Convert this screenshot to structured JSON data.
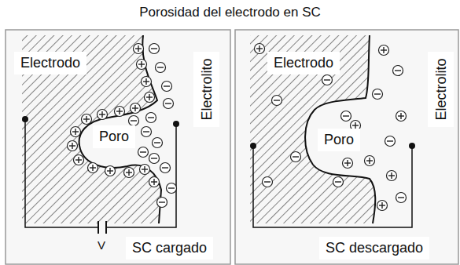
{
  "diagram": {
    "title": "Porosidad del electrodo en SC",
    "nodes": [
      {
        "text": [
          "Electrodo"
        ]
      },
      {
        "text": [
          "Electrolito"
        ]
      },
      {
        "text": [
          "Poro"
        ]
      },
      {
        "text": [
          "SC cargado"
        ]
      },
      {
        "text": [
          "Electrodo"
        ]
      },
      {
        "text": [
          "Electrolito"
        ]
      },
      {
        "text": [
          "Poro"
        ]
      },
      {
        "text": [
          "SC descargado"
        ]
      }
    ],
    "labels": [
      "V"
    ]
  }
}
